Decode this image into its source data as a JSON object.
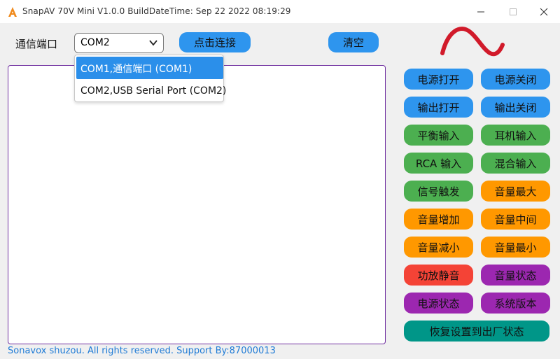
{
  "window": {
    "title": "SnapAV 70V Mini  V1.0.0  BuildDateTime: Sep 22 2022 08:19:29"
  },
  "toolbar": {
    "port_label": "通信端口",
    "port_selected": "COM2",
    "connect_label": "点击连接",
    "clear_label": "清空"
  },
  "dropdown": {
    "options": [
      "COM1,通信端口 (COM1)",
      "COM2,USB Serial Port (COM2)"
    ]
  },
  "controls": [
    {
      "label": "电源打开",
      "color": "#2e95ee"
    },
    {
      "label": "电源关闭",
      "color": "#2e95ee"
    },
    {
      "label": "输出打开",
      "color": "#2e95ee"
    },
    {
      "label": "输出关闭",
      "color": "#2e95ee"
    },
    {
      "label": "平衡输入",
      "color": "#4caf50"
    },
    {
      "label": "耳机输入",
      "color": "#4caf50"
    },
    {
      "label": "RCA 输入",
      "color": "#4caf50"
    },
    {
      "label": "混合输入",
      "color": "#4caf50"
    },
    {
      "label": "信号触发",
      "color": "#4caf50"
    },
    {
      "label": "音量最大",
      "color": "#ff9800"
    },
    {
      "label": "音量增加",
      "color": "#ff9800"
    },
    {
      "label": "音量中间",
      "color": "#ff9800"
    },
    {
      "label": "音量减小",
      "color": "#ff9800"
    },
    {
      "label": "音量最小",
      "color": "#ff9800"
    },
    {
      "label": "功放静音",
      "color": "#f44336"
    },
    {
      "label": "音量状态",
      "color": "#9c27b0"
    },
    {
      "label": "电源状态",
      "color": "#9c27b0"
    },
    {
      "label": "系统版本",
      "color": "#9c27b0"
    }
  ],
  "reset_label": "恢复设置到出厂状态",
  "reset_color": "#009688",
  "accent_wave_color": "#d11a2a",
  "footer": "Sonavox shuzou. All rights reserved. Support By:87000013"
}
